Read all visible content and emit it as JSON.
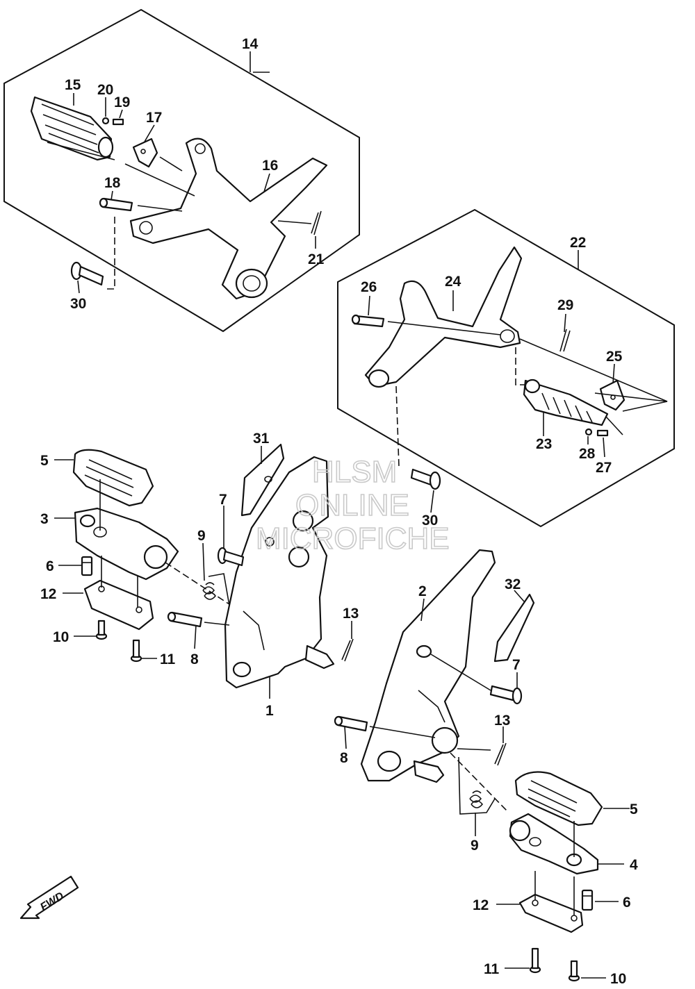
{
  "callouts": {
    "c14": "14",
    "c15": "15",
    "c20": "20",
    "c19": "19",
    "c17": "17",
    "c16": "16",
    "c18": "18",
    "c21": "21",
    "c30a": "30",
    "c22": "22",
    "c26": "26",
    "c24": "24",
    "c29": "29",
    "c25": "25",
    "c23": "23",
    "c28": "28",
    "c27": "27",
    "c30b": "30",
    "c31": "31",
    "c5a": "5",
    "c3": "3",
    "c6a": "6",
    "c12a": "12",
    "c10a": "10",
    "c11a": "11",
    "c7a": "7",
    "c9a": "9",
    "c8a": "8",
    "c13a": "13",
    "c1": "1",
    "c2": "2",
    "c32": "32",
    "c7b": "7",
    "c13b": "13",
    "c8b": "8",
    "c9b": "9",
    "c5b": "5",
    "c4": "4",
    "c12b": "12",
    "c6b": "6",
    "c11b": "11",
    "c10b": "10"
  },
  "watermark": {
    "line1": "HLSM",
    "line2": "ONLINE",
    "line3": "MICROFICHE"
  },
  "fwd_label": "FWD"
}
